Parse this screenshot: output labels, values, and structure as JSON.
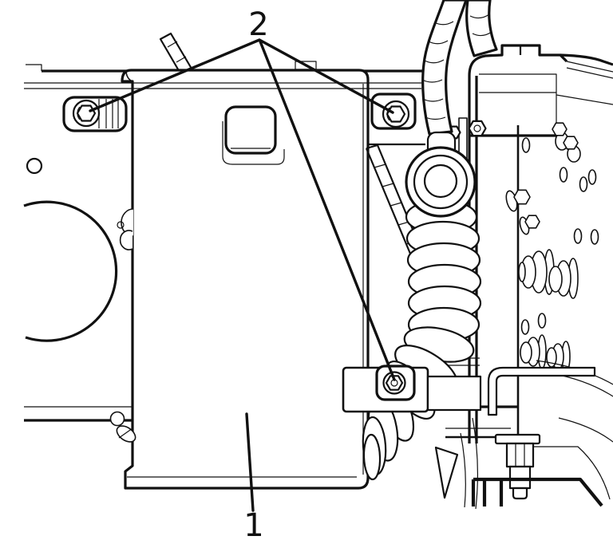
{
  "figure": {
    "type": "technical line illustration",
    "description": "Service-manual style line drawing of an equipment cover panel mounted to a frame, with wiring conduit and bellows hose at right",
    "background_color": "#ffffff",
    "line_color": "#111111",
    "callouts": [
      {
        "label": "1",
        "leaders": 1
      },
      {
        "label": "2",
        "leaders": 3
      }
    ]
  }
}
